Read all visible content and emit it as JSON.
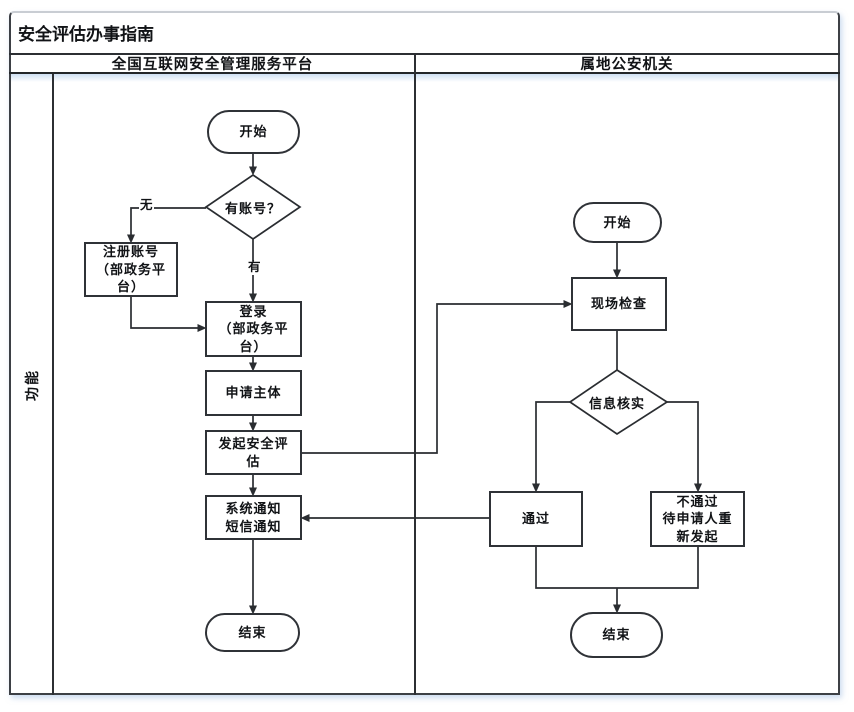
{
  "title": "安全评估办事指南",
  "sidebar_label": "功能",
  "lanes": [
    {
      "title": "全国互联网安全管理服务平台"
    },
    {
      "title": "属地公安机关"
    }
  ],
  "nodes": {
    "start1": {
      "label": "开始"
    },
    "has_account": {
      "label": "有账号？"
    },
    "register": {
      "lines": [
        "注册账号",
        "（部政务平",
        "台）"
      ]
    },
    "login": {
      "lines": [
        "登录",
        "（部政务平",
        "台）"
      ]
    },
    "apply": {
      "label": "申请主体"
    },
    "initiate": {
      "lines": [
        "发起安全评",
        "估"
      ]
    },
    "notify": {
      "lines": [
        "系统通知",
        "短信通知"
      ]
    },
    "end1": {
      "label": "结束"
    },
    "start2": {
      "label": "开始"
    },
    "inspect": {
      "label": "现场检查"
    },
    "verify": {
      "label": "信息核实"
    },
    "pass": {
      "label": "通过"
    },
    "fail": {
      "lines": [
        "不通过",
        "待申请人重",
        "新发起"
      ]
    },
    "end2": {
      "label": "结束"
    }
  },
  "edge_labels": {
    "no": "无",
    "yes": "有"
  },
  "colors": {
    "line": "#2a2d31",
    "node_border": "#2f3237",
    "header_underline_accent": "#cfe0f3",
    "frame_shadow": "#a0bee1"
  }
}
